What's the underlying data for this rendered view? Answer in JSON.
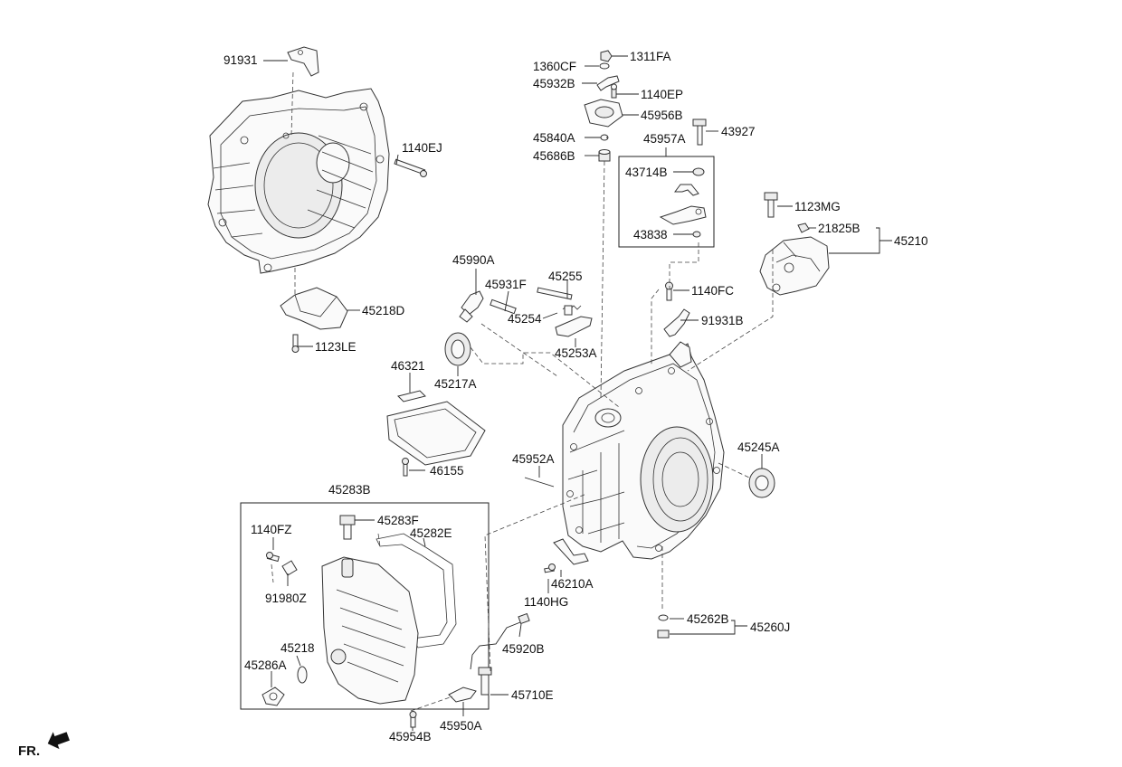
{
  "direction_label": "FR.",
  "part_labels": {
    "p91931": "91931",
    "p1140EJ": "1140EJ",
    "p45218D": "45218D",
    "p1123LE": "1123LE",
    "p1311FA": "1311FA",
    "p1360CF": "1360CF",
    "p45932B": "45932B",
    "p1140EP": "1140EP",
    "p45956B": "45956B",
    "p45840A": "45840A",
    "p45957A": "45957A",
    "p43927": "43927",
    "p45686B": "45686B",
    "p43714B": "43714B",
    "p43838": "43838",
    "p1123MG": "1123MG",
    "p21825B": "21825B",
    "p45210": "45210",
    "p45990A": "45990A",
    "p45931F": "45931F",
    "p45255": "45255",
    "p45254": "45254",
    "p45253A": "45253A",
    "p1140FC": "1140FC",
    "p91931B": "91931B",
    "p46321": "46321",
    "p45217A": "45217A",
    "p46155": "46155",
    "p45952A": "45952A",
    "p45245A": "45245A",
    "p45283B": "45283B",
    "p1140FZ": "1140FZ",
    "p45283F": "45283F",
    "p45282E": "45282E",
    "p91980Z": "91980Z",
    "p45218": "45218",
    "p45286A": "45286A",
    "p46210A": "46210A",
    "p1140HG": "1140HG",
    "p45920B": "45920B",
    "p45262B": "45262B",
    "p45260J": "45260J",
    "p45710E": "45710E",
    "p45954B": "45954B",
    "p45950A": "45950A"
  }
}
